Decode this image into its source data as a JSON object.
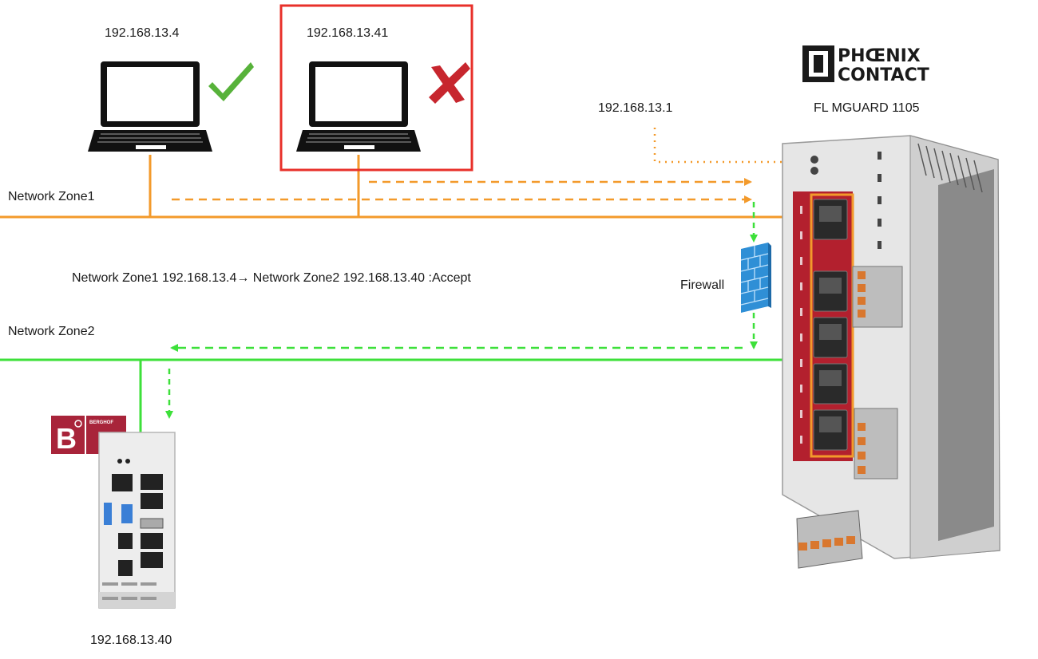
{
  "laptops": [
    {
      "ip": "192.168.13.4",
      "status": "allowed"
    },
    {
      "ip": "192.168.13.41",
      "status": "blocked"
    }
  ],
  "gateway": {
    "ip": "192.168.13.1",
    "brand_line1": "PHŒNIX",
    "brand_line2": "CONTACT",
    "model": "FL MGUARD 1105"
  },
  "zones": {
    "zone1_label": "Network Zone1",
    "zone2_label": "Network Zone2"
  },
  "rule_text": "Network Zone1 192.168.13.4→ Network Zone2 192.168.13.40 :Accept",
  "firewall_label": "Firewall",
  "plc": {
    "ip": "192.168.13.40",
    "brand_letter": "B",
    "brand_name": "BERGHOF"
  },
  "colors": {
    "zone1": "#f39a2b",
    "zone2": "#3de03a",
    "blocked_frame": "#e8302a",
    "device_red": "#b3202e",
    "check": "#57b23a",
    "cross": "#c7262e",
    "firewall": "#2f8fd6",
    "berghof": "#a8243a"
  }
}
